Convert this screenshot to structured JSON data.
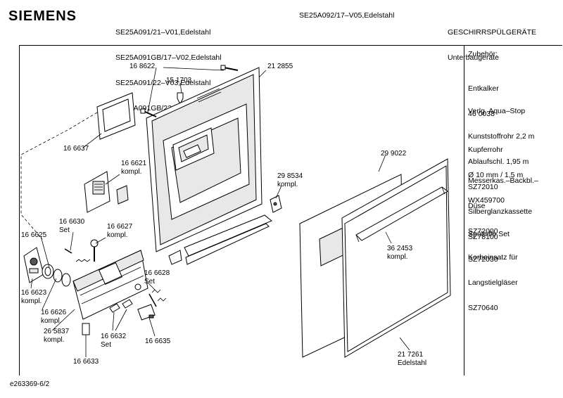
{
  "header": {
    "brand": "SIEMENS",
    "models_col1": [
      "SE25A091/21–V01,Edelstahl",
      "SE25A091GB/17–V02,Edelstahl",
      "SE25A091/22–V03,Edelstahl",
      "SE25A091GB/22–V04,Edelstahl"
    ],
    "models_col2": "SE25A092/17–V05,Edelstahl",
    "category": "GESCHIRRSPÜLGERÄTE",
    "subcategory": "Unterbaugeräte"
  },
  "accessories": {
    "title": "Zubehör:",
    "items": [
      [
        "Entkalker",
        "46 0038"
      ],
      [
        "Verlg. Aqua–Stop",
        "Kunststoffrohr 2,2 m",
        "Ablaufschl. 1,95 m",
        "SZ72010"
      ],
      [
        "Kupferrohr",
        "Ø 10 mm / 1,5 m",
        "WX459700"
      ],
      [
        "Messerkas.–Backbl.–",
        "Düse",
        "SZ72000"
      ],
      [
        "Silberglanzkassette",
        "SZ78100"
      ],
      [
        "Spülhilfe Set",
        "SZ72030"
      ],
      [
        "Korbeinsatz für",
        "Langstielgläser",
        "SZ70640"
      ]
    ]
  },
  "parts": {
    "p168622": "16 8622",
    "p212855": "21 2855",
    "p151703": "15 1703",
    "p166637": "16 6637",
    "p166621": [
      "16 6621",
      "kompl."
    ],
    "p298534": [
      "29 8534",
      "kompl."
    ],
    "p299022": "29 9022",
    "p166630": [
      "16 6630",
      "Set"
    ],
    "p166627": [
      "16 6627",
      "kompl."
    ],
    "p166625": "16 6625",
    "p362453": [
      "36 2453",
      "kompl."
    ],
    "p166628": [
      "16 6628",
      "Set"
    ],
    "p166623": [
      "16 6623",
      "kompl."
    ],
    "p166626": [
      "16 6626",
      "kompl."
    ],
    "p265837": [
      "26 5837",
      "kompl."
    ],
    "p166632": [
      "16 6632",
      "Set"
    ],
    "p166635": "16 6635",
    "p217261": [
      "21 7261",
      "Edelstahl"
    ],
    "p166633": "16 6633"
  },
  "footer": "e263369-6/2"
}
